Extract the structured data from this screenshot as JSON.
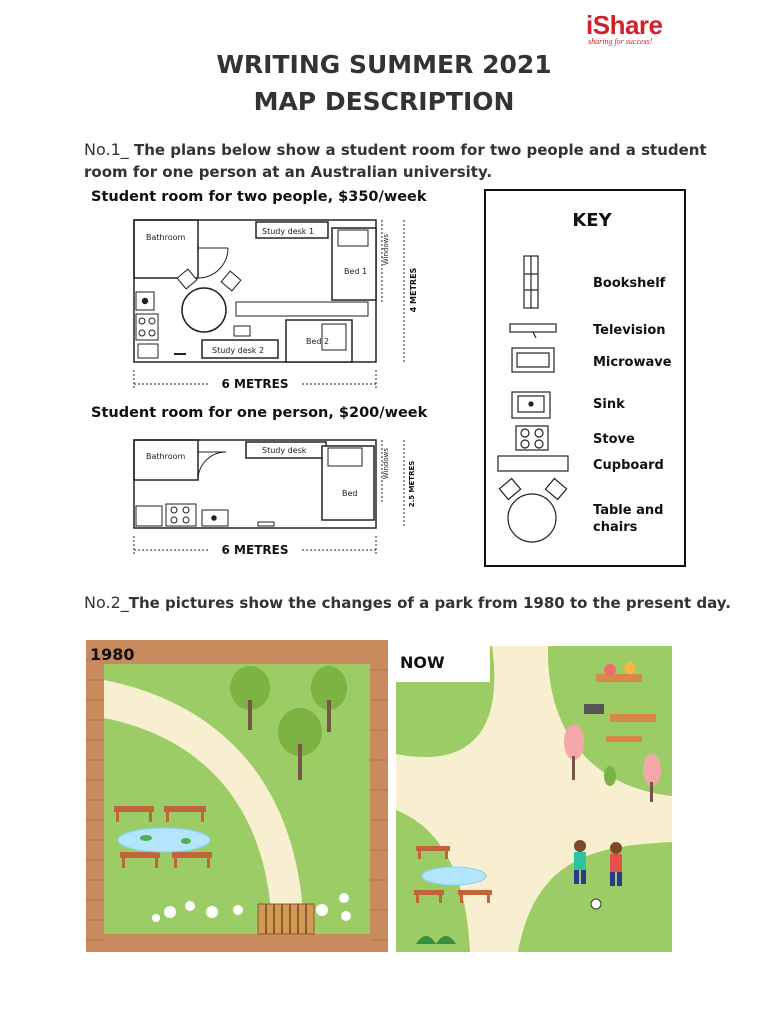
{
  "logo": {
    "main": "iShare",
    "sub": "sharing for success!"
  },
  "title": {
    "line1": "WRITING SUMMER 2021",
    "line2": "MAP DESCRIPTION"
  },
  "q1": {
    "number": "No.1_",
    "text": " The plans below show a student room for two people and a student room for one person at an Australian university.",
    "plan_two": {
      "caption": "Student room for two people, $350/week",
      "bathroom": "Bathroom",
      "desk1": "Study desk 1",
      "desk2": "Study desk 2",
      "bed1": "Bed 1",
      "bed2": "Bed 2",
      "windows": "Windows",
      "height": "4 METRES",
      "width": "6 METRES"
    },
    "plan_one": {
      "caption": "Student room for one person, $200/week",
      "bathroom": "Bathroom",
      "desk": "Study desk",
      "bed": "Bed",
      "windows": "Windows",
      "height": "2.5 METRES",
      "width": "6 METRES"
    },
    "key": {
      "title": "KEY",
      "items": [
        "Bookshelf",
        "Television",
        "Microwave",
        "Sink",
        "Stove",
        "Cupboard",
        "Table and",
        "chairs"
      ]
    }
  },
  "q2": {
    "number": "No.2_",
    "text": "The pictures show the changes of a park from 1980 to the present day.",
    "label_past": "1980",
    "label_now": "NOW"
  }
}
